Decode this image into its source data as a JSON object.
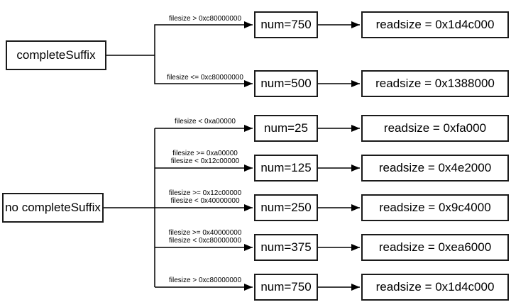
{
  "diagram": {
    "background_color": "#ffffff",
    "line_color": "#000000",
    "box_fill_color": "#ffffff",
    "box_border_color": "#1a1a1a",
    "trees": [
      {
        "root": "completeSuffix",
        "branches": [
          {
            "condition_lines": [
              "filesize > 0xc80000000"
            ],
            "num": "num=750",
            "readsize": "readsize = 0x1d4c000"
          },
          {
            "condition_lines": [
              "filesize <= 0xc80000000"
            ],
            "num": "num=500",
            "readsize": "readsize = 0x1388000"
          }
        ]
      },
      {
        "root": "no completeSuffix",
        "branches": [
          {
            "condition_lines": [
              "filesize < 0xa00000"
            ],
            "num": "num=25",
            "readsize": "readsize = 0xfa000"
          },
          {
            "condition_lines": [
              "filesize >= 0xa00000",
              "filesize < 0x12c00000"
            ],
            "num": "num=125",
            "readsize": "readsize = 0x4e2000"
          },
          {
            "condition_lines": [
              "filesize >= 0x12c00000",
              "filesize < 0x40000000"
            ],
            "num": "num=250",
            "readsize": "readsize = 0x9c4000"
          },
          {
            "condition_lines": [
              "filesize >= 0x40000000",
              "filesize < 0xc80000000"
            ],
            "num": "num=375",
            "readsize": "readsize = 0xea6000"
          },
          {
            "condition_lines": [
              "filesize > 0xc80000000"
            ],
            "num": "num=750",
            "readsize": "readsize = 0x1d4c000"
          }
        ]
      }
    ]
  }
}
